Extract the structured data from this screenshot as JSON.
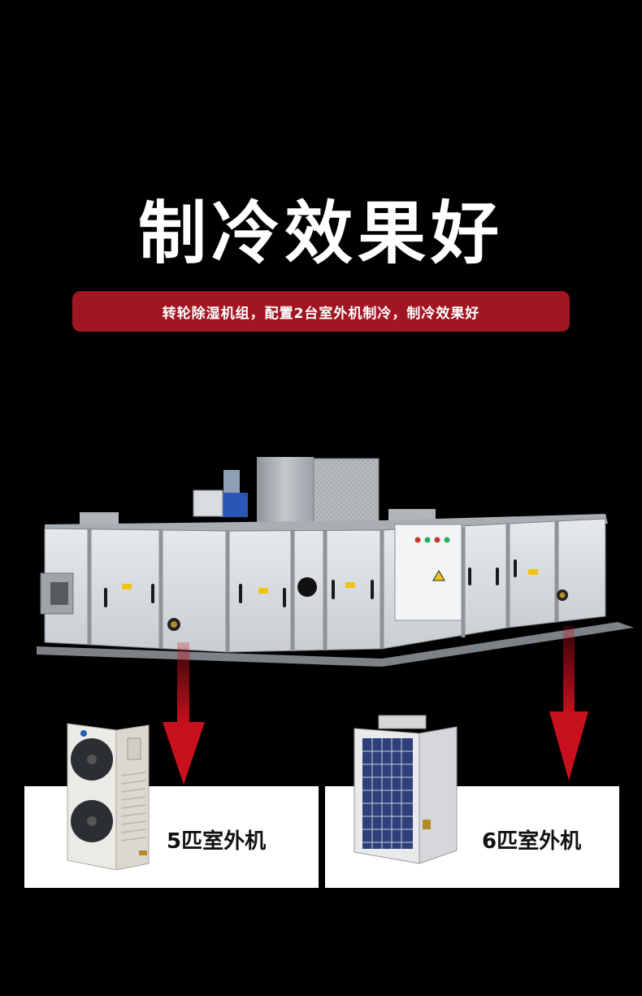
{
  "hero": {
    "title": "制冷效果好",
    "subtitle": "转轮除湿机组，配置2台室外机制冷，制冷效果好"
  },
  "outdoor_units": [
    {
      "label": "5匹室外机"
    },
    {
      "label": "6匹室外机"
    }
  ],
  "colors": {
    "background": "#000000",
    "banner": "#a11623",
    "arrow": "#c8101e",
    "card": "#ffffff"
  }
}
